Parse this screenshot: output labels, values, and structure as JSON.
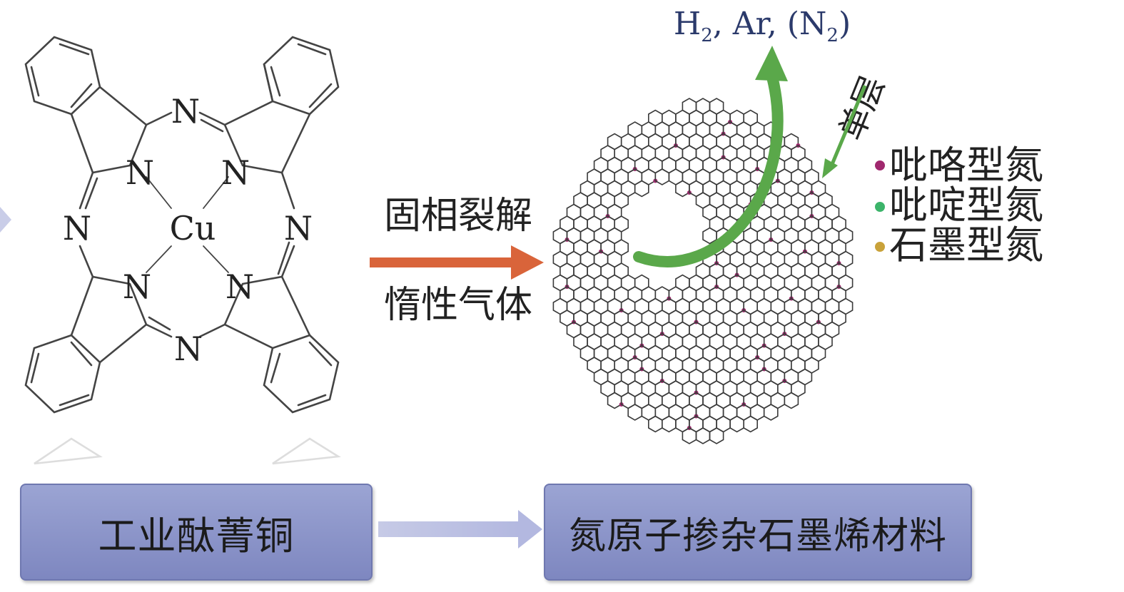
{
  "molecule": {
    "n_label": "N",
    "cu_label": "Cu"
  },
  "process": {
    "top_label": "固相裂解",
    "bottom_label": "惰性气体"
  },
  "gas": {
    "h": "H",
    "h_sub": "2",
    "ar": ", Ar, (N",
    "n_sub": "2",
    "close": ")"
  },
  "monolayer_label": "单层",
  "legend": [
    {
      "label": "吡咯型氮",
      "color": "#a0286e"
    },
    {
      "label": "吡啶型氮",
      "color": "#3cb46a"
    },
    {
      "label": "石墨型氮",
      "color": "#c9a23a"
    }
  ],
  "flow": {
    "left_box": "工业酞菁铜",
    "right_box": "氮原子掺杂石墨烯材料"
  },
  "colors": {
    "process_arrow": "#d9643a",
    "curved_arrow": "#5aa84a",
    "box_fill": "#8d96c9"
  }
}
